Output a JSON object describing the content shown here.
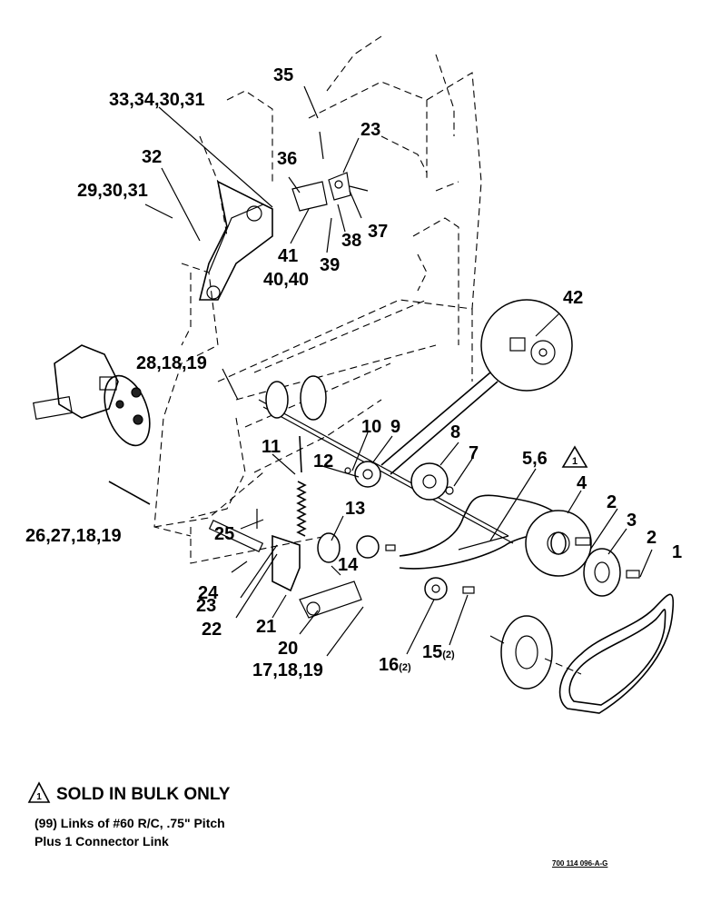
{
  "callouts": [
    {
      "id": "c35",
      "text": "35"
    },
    {
      "id": "c33",
      "text": "33,34,30,31"
    },
    {
      "id": "c23a",
      "text": "23"
    },
    {
      "id": "c32",
      "text": "32"
    },
    {
      "id": "c36",
      "text": "36"
    },
    {
      "id": "c29",
      "text": "29,30,31"
    },
    {
      "id": "c37",
      "text": "37"
    },
    {
      "id": "c38",
      "text": "38"
    },
    {
      "id": "c41",
      "text": "41"
    },
    {
      "id": "c39",
      "text": "39"
    },
    {
      "id": "c40",
      "text": "40,40"
    },
    {
      "id": "c42",
      "text": "42"
    },
    {
      "id": "c28",
      "text": "28,18,19"
    },
    {
      "id": "c10",
      "text": "10"
    },
    {
      "id": "c9",
      "text": "9"
    },
    {
      "id": "c8",
      "text": "8"
    },
    {
      "id": "c11",
      "text": "11"
    },
    {
      "id": "c7",
      "text": "7"
    },
    {
      "id": "c56",
      "text": "5,6"
    },
    {
      "id": "c12",
      "text": "12"
    },
    {
      "id": "c4",
      "text": "4"
    },
    {
      "id": "c13",
      "text": "13"
    },
    {
      "id": "c2a",
      "text": "2"
    },
    {
      "id": "c3",
      "text": "3"
    },
    {
      "id": "c26",
      "text": "26,27,18,19"
    },
    {
      "id": "c25",
      "text": "25"
    },
    {
      "id": "c2b",
      "text": "2"
    },
    {
      "id": "c1",
      "text": "1"
    },
    {
      "id": "c14",
      "text": "14"
    },
    {
      "id": "c24",
      "text": "24"
    },
    {
      "id": "c23b",
      "text": "23"
    },
    {
      "id": "c22",
      "text": "22"
    },
    {
      "id": "c21",
      "text": "21"
    },
    {
      "id": "c20",
      "text": "20"
    },
    {
      "id": "c16",
      "text": "16",
      "suffix": "(2)"
    },
    {
      "id": "c15",
      "text": "15",
      "suffix": "(2)"
    },
    {
      "id": "c17",
      "text": "17,18,19"
    }
  ],
  "note": {
    "marker": "1",
    "title": "SOLD IN BULK ONLY",
    "line1": "(99) Links of #60 R/C, .75\" Pitch",
    "line2": "Plus 1 Connector Link"
  },
  "doc_code": "700 114 096-A-G"
}
